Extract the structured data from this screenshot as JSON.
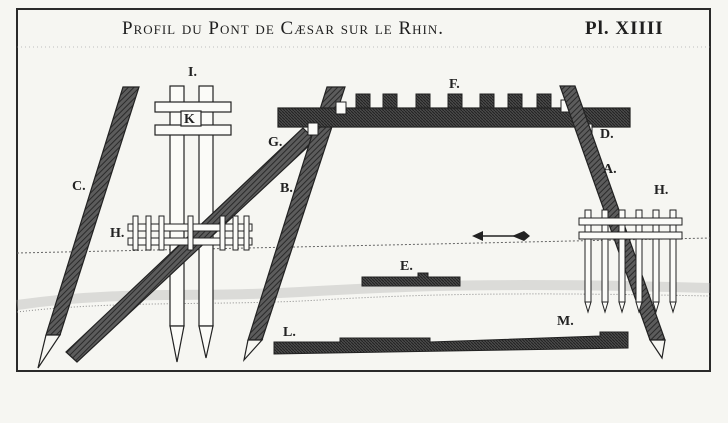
{
  "plate": {
    "title": "Profil du Pont de Cæsar sur le Rhin.",
    "number": "Pl. XIIII"
  },
  "labels": {
    "I": "I.",
    "K": "K",
    "C": "C.",
    "G": "G.",
    "B": "B.",
    "F": "F.",
    "D": "D.",
    "A": "A.",
    "H_left": "H.",
    "H_right": "H.",
    "E": "E.",
    "L": "L.",
    "M": "M."
  },
  "colors": {
    "ink": "#2a2a2a",
    "paper": "#f6f6f2",
    "hatch": "#555555"
  },
  "icons": {
    "current_arrow": "left-arrow-icon"
  }
}
